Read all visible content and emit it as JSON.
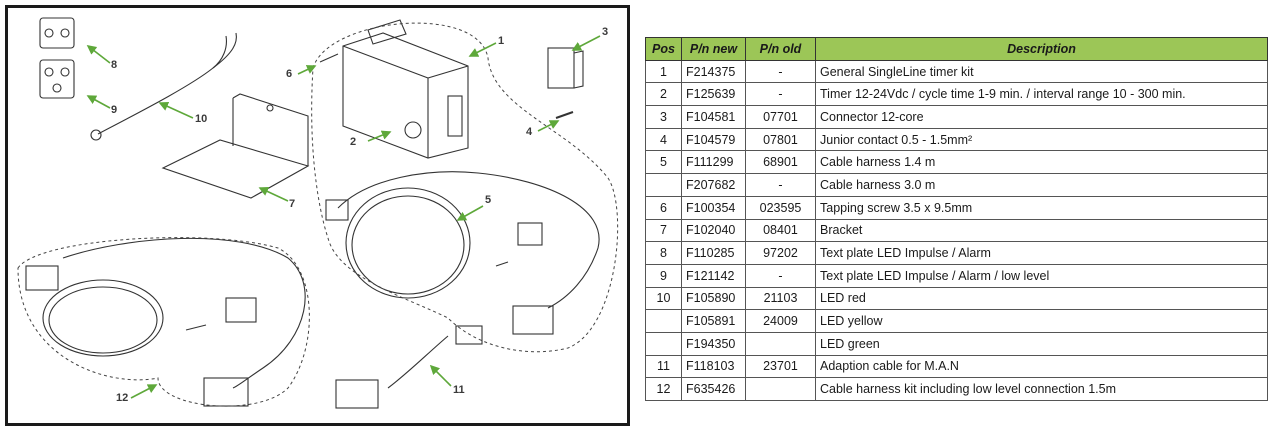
{
  "diagram": {
    "callouts": [
      "1",
      "2",
      "3",
      "4",
      "5",
      "6",
      "7",
      "8",
      "9",
      "10",
      "11",
      "12"
    ]
  },
  "table": {
    "headers": {
      "pos": "Pos",
      "pn_new": "P/n new",
      "pn_old": "P/n old",
      "description": "Description"
    },
    "rows": [
      {
        "pos": "1",
        "pn_new": "F214375",
        "pn_old": "-",
        "description": "General SingleLine timer kit"
      },
      {
        "pos": "2",
        "pn_new": "F125639",
        "pn_old": "-",
        "description": "Timer 12-24Vdc / cycle time 1-9 min. / interval range 10 - 300 min."
      },
      {
        "pos": "3",
        "pn_new": "F104581",
        "pn_old": "07701",
        "description": "Connector 12-core"
      },
      {
        "pos": "4",
        "pn_new": "F104579",
        "pn_old": "07801",
        "description": "Junior contact 0.5 - 1.5mm²"
      },
      {
        "pos": "5",
        "pn_new": "F111299",
        "pn_old": "68901",
        "description": "Cable harness 1.4 m"
      },
      {
        "pos": "",
        "pn_new": "F207682",
        "pn_old": "-",
        "description": "Cable harness 3.0 m"
      },
      {
        "pos": "6",
        "pn_new": "F100354",
        "pn_old": "023595",
        "description": "Tapping screw 3.5 x 9.5mm"
      },
      {
        "pos": "7",
        "pn_new": "F102040",
        "pn_old": "08401",
        "description": "Bracket"
      },
      {
        "pos": "8",
        "pn_new": "F110285",
        "pn_old": "97202",
        "description": "Text plate LED Impulse / Alarm"
      },
      {
        "pos": "9",
        "pn_new": "F121142",
        "pn_old": "-",
        "description": "Text plate LED Impulse / Alarm / low level"
      },
      {
        "pos": "10",
        "pn_new": "F105890",
        "pn_old": "21103",
        "description": "LED red"
      },
      {
        "pos": "",
        "pn_new": "F105891",
        "pn_old": "24009",
        "description": "LED yellow"
      },
      {
        "pos": "",
        "pn_new": "F194350",
        "pn_old": "",
        "description": "LED green"
      },
      {
        "pos": "11",
        "pn_new": "F118103",
        "pn_old": "23701",
        "description": "Adaption cable  for M.A.N"
      },
      {
        "pos": "12",
        "pn_new": "F635426",
        "pn_old": "",
        "description": "Cable harness kit including low level connection  1.5m"
      }
    ]
  },
  "colors": {
    "header_bg": "#9cc657",
    "arrow": "#5ea83a",
    "line": "#333333"
  }
}
